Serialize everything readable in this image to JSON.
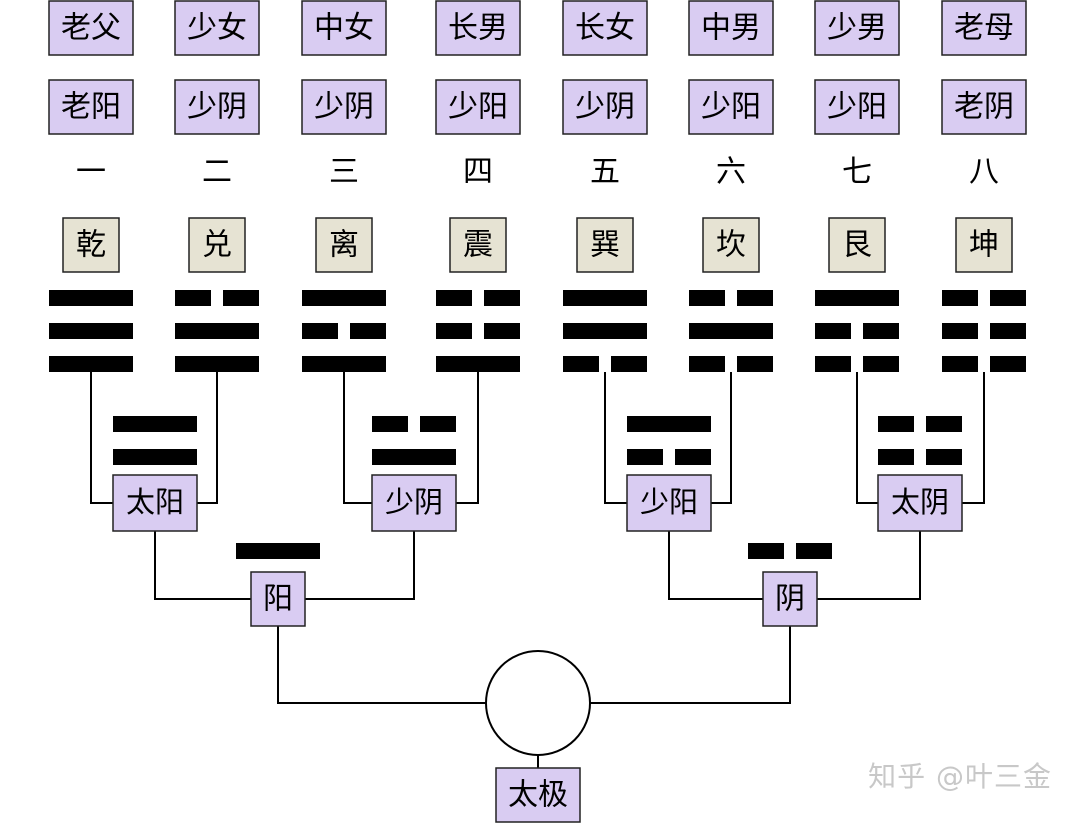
{
  "diagram": {
    "family_roles": [
      "老父",
      "少女",
      "中女",
      "长男",
      "长女",
      "中男",
      "少男",
      "老母"
    ],
    "yin_yang_labels": [
      "老阳",
      "少阴",
      "少阴",
      "少阳",
      "少阴",
      "少阳",
      "少阳",
      "老阴"
    ],
    "numbers": [
      "一",
      "二",
      "三",
      "四",
      "五",
      "六",
      "七",
      "八"
    ],
    "trigrams": [
      {
        "name": "乾",
        "lines": [
          1,
          1,
          1
        ]
      },
      {
        "name": "兑",
        "lines": [
          0,
          1,
          1
        ]
      },
      {
        "name": "离",
        "lines": [
          1,
          0,
          1
        ]
      },
      {
        "name": "震",
        "lines": [
          0,
          0,
          1
        ]
      },
      {
        "name": "巽",
        "lines": [
          1,
          1,
          0
        ]
      },
      {
        "name": "坎",
        "lines": [
          0,
          1,
          0
        ]
      },
      {
        "name": "艮",
        "lines": [
          1,
          0,
          0
        ]
      },
      {
        "name": "坤",
        "lines": [
          0,
          0,
          0
        ]
      }
    ],
    "four_images": [
      {
        "name": "太阳",
        "lines": [
          1,
          1
        ]
      },
      {
        "name": "少阴",
        "lines": [
          0,
          1
        ]
      },
      {
        "name": "少阳",
        "lines": [
          1,
          0
        ]
      },
      {
        "name": "太阴",
        "lines": [
          0,
          0
        ]
      }
    ],
    "two_forms": [
      {
        "name": "阳",
        "lines": [
          1
        ]
      },
      {
        "name": "阴",
        "lines": [
          0
        ]
      }
    ],
    "taiji": "太极"
  },
  "watermark": "知乎 @叶三金",
  "colors": {
    "purple_box": "#d9ccf2",
    "beige_box": "#e6e3d3",
    "line": "#000000"
  }
}
